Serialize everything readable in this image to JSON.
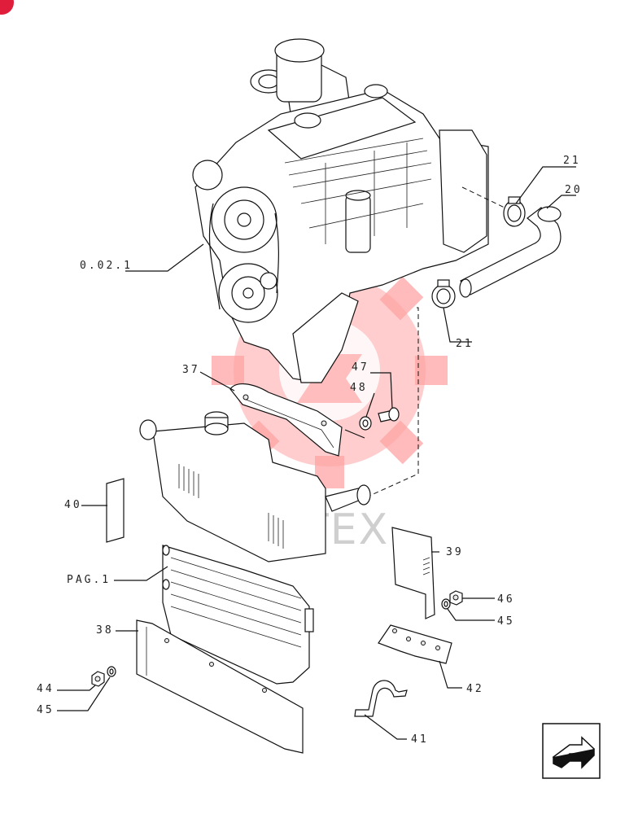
{
  "watermark": "ИНТЕХ",
  "colors": {
    "logo": "#ff3b3b",
    "corner_badge": "#e01e3c",
    "line": "#111111"
  },
  "callouts": {
    "c_0021": "0.02.1",
    "c_21a": "21",
    "c_20": "20",
    "c_21b": "21",
    "c_37": "37",
    "c_47": "47",
    "c_48": "48",
    "c_40": "40",
    "c_pag1": "PAG.1",
    "c_39": "39",
    "c_46": "46",
    "c_45a": "45",
    "c_38": "38",
    "c_42": "42",
    "c_44": "44",
    "c_45b": "45",
    "c_41": "41"
  },
  "icons": {
    "next_page": "next-page-arrow-icon",
    "logo": "gear-logo-icon"
  }
}
